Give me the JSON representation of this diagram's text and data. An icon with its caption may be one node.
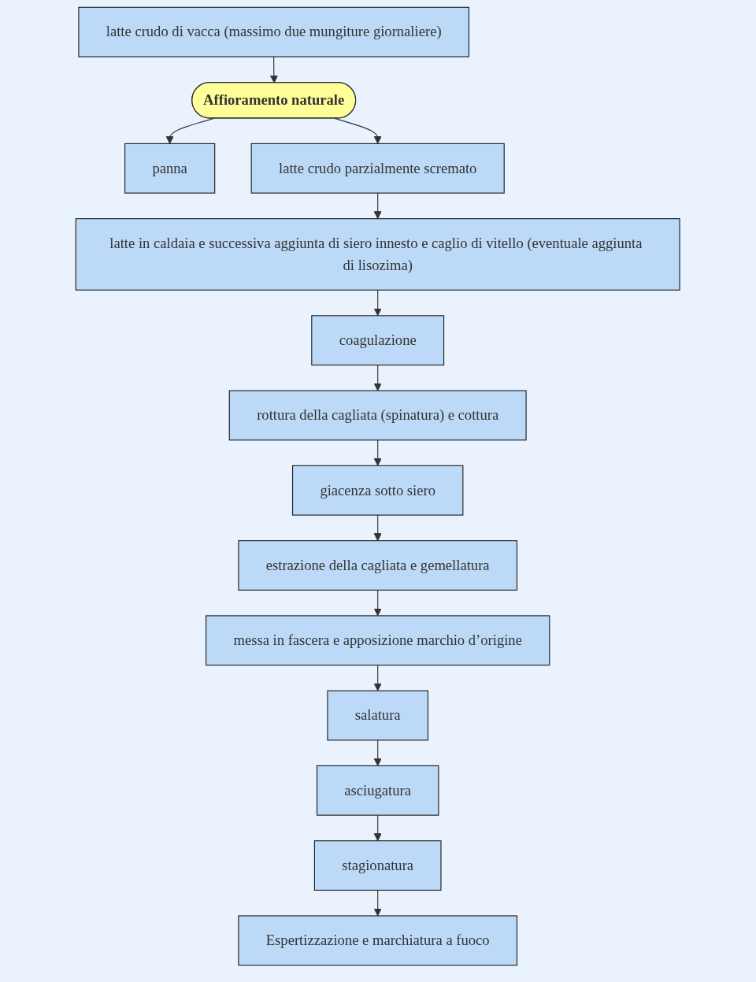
{
  "diagram": {
    "nodes": [
      {
        "text": [
          "latte crudo di vacca (massimo due mungiture giornaliere)"
        ]
      },
      {
        "text": [
          "Affioramento naturale"
        ]
      },
      {
        "text": [
          "panna"
        ]
      },
      {
        "text": [
          "latte crudo parzialmente scremato"
        ]
      },
      {
        "text": [
          "latte in caldaia e successiva aggiunta di siero innesto e caglio di vitello (eventuale aggiunta di lisozima)"
        ]
      },
      {
        "text": [
          "coagulazione"
        ]
      },
      {
        "text": [
          "rottura della cagliata (spinatura) e cottura"
        ]
      },
      {
        "text": [
          "giacenza sotto siero"
        ]
      },
      {
        "text": [
          "estrazione della cagliata e gemellatura"
        ]
      },
      {
        "text": [
          "messa in fascera e apposizione marchio d’origine"
        ]
      },
      {
        "text": [
          "salatura"
        ]
      },
      {
        "text": [
          "asciugatura"
        ]
      },
      {
        "text": [
          "stagionatura"
        ]
      },
      {
        "text": [
          "Espertizzazione e marchiatura a fuoco"
        ]
      }
    ],
    "edges": [
      {
        "from": 0,
        "to": 1,
        "arrow": "to"
      },
      {
        "from": 1,
        "to": 2,
        "arrow": "to"
      },
      {
        "from": 1,
        "to": 3,
        "arrow": "to"
      },
      {
        "from": 3,
        "to": 4,
        "arrow": "to"
      },
      {
        "from": 4,
        "to": 5,
        "arrow": "to"
      },
      {
        "from": 5,
        "to": 6,
        "arrow": "to"
      },
      {
        "from": 6,
        "to": 7,
        "arrow": "to"
      },
      {
        "from": 7,
        "to": 8,
        "arrow": "to"
      },
      {
        "from": 8,
        "to": 9,
        "arrow": "to"
      },
      {
        "from": 9,
        "to": 10,
        "arrow": "to"
      },
      {
        "from": 10,
        "to": 11,
        "arrow": "to"
      },
      {
        "from": 11,
        "to": 12,
        "arrow": "to"
      },
      {
        "from": 12,
        "to": 13,
        "arrow": "to"
      }
    ]
  }
}
